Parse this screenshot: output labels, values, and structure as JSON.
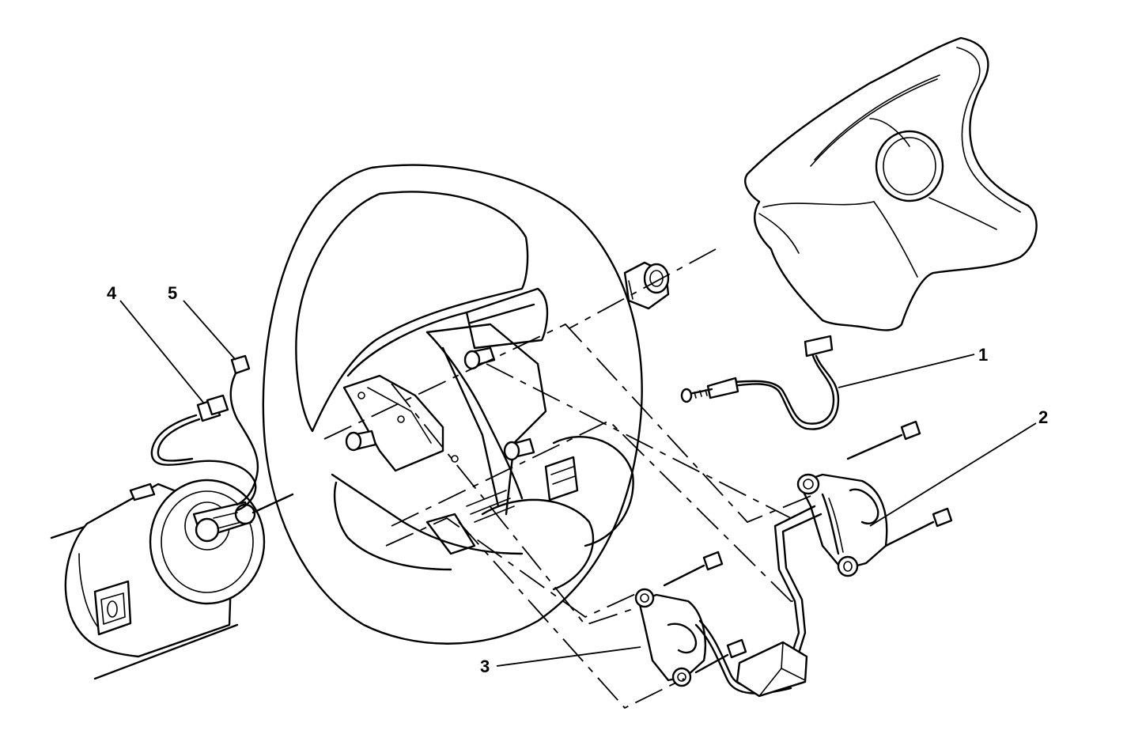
{
  "callouts": [
    {
      "id": "1",
      "label": "1"
    },
    {
      "id": "2",
      "label": "2"
    },
    {
      "id": "3",
      "label": "3"
    },
    {
      "id": "4",
      "label": "4"
    },
    {
      "id": "5",
      "label": "5"
    }
  ],
  "icons": {
    "airbag_module": "airbag-module-icon",
    "steering_wheel": "steering-wheel-icon",
    "steering_column": "steering-column-icon",
    "nut": "hex-nut-icon",
    "wire_harness": "wire-harness-icon",
    "switch_bracket": "switch-bracket-icon",
    "connector": "electrical-connector-icon",
    "bolt": "bolt-icon"
  }
}
